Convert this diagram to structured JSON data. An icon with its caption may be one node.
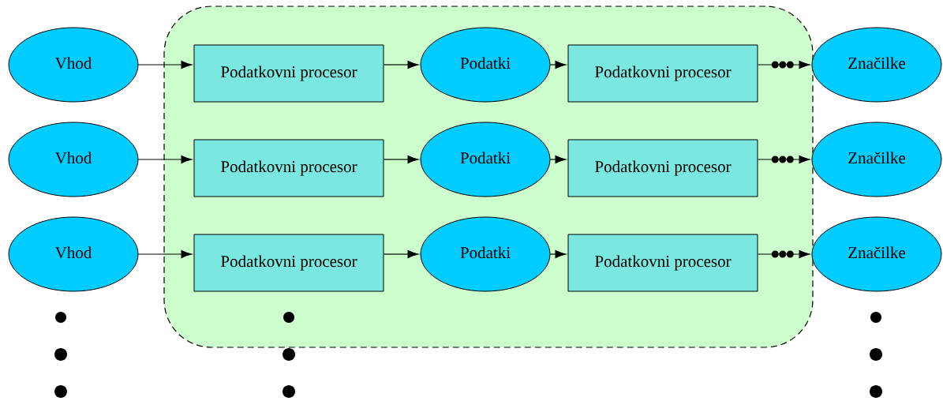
{
  "diagram": {
    "nodes": [
      {
        "text": [],
        "shape": "box"
      },
      {
        "text": [
          "Vhod"
        ]
      },
      {
        "text": [
          "Podatkovni procesor"
        ],
        "in": 0
      },
      {
        "text": [
          "Podatki"
        ],
        "in": 0
      },
      {
        "text": [
          "Podatkovni procesor"
        ],
        "in": 0
      },
      {
        "text": [
          "Značilke"
        ]
      },
      {
        "text": [
          "Vhod"
        ]
      },
      {
        "text": [
          "Podatkovni procesor"
        ],
        "in": 0
      },
      {
        "text": [
          "Podatki"
        ],
        "in": 0
      },
      {
        "text": [
          "Podatkovni procesor"
        ],
        "in": 0
      },
      {
        "text": [
          "Značilke"
        ]
      },
      {
        "text": [
          "Vhod"
        ]
      },
      {
        "text": [
          "Podatkovni procesor"
        ],
        "in": 0
      },
      {
        "text": [
          "Podatki"
        ],
        "in": 0
      },
      {
        "text": [
          "Podatkovni procesor"
        ],
        "in": 0
      },
      {
        "text": [
          "Značilke"
        ]
      }
    ],
    "edges": [
      {
        "from": 1,
        "to": 2,
        "arrow": "to"
      },
      {
        "from": 2,
        "to": 3,
        "arrow": "to"
      },
      {
        "from": 3,
        "to": 4,
        "arrow": "to"
      },
      {
        "from": 4,
        "to": 5,
        "arrow": "to"
      },
      {
        "from": 6,
        "to": 7,
        "arrow": "to"
      },
      {
        "from": 7,
        "to": 8,
        "arrow": "to"
      },
      {
        "from": 8,
        "to": 9,
        "arrow": "to"
      },
      {
        "from": 9,
        "to": 10,
        "arrow": "to"
      },
      {
        "from": 11,
        "to": 12,
        "arrow": "to"
      },
      {
        "from": 12,
        "to": 13,
        "arrow": "to"
      },
      {
        "from": 13,
        "to": 14,
        "arrow": "to"
      },
      {
        "from": 14,
        "to": 15,
        "arrow": "to"
      }
    ]
  }
}
